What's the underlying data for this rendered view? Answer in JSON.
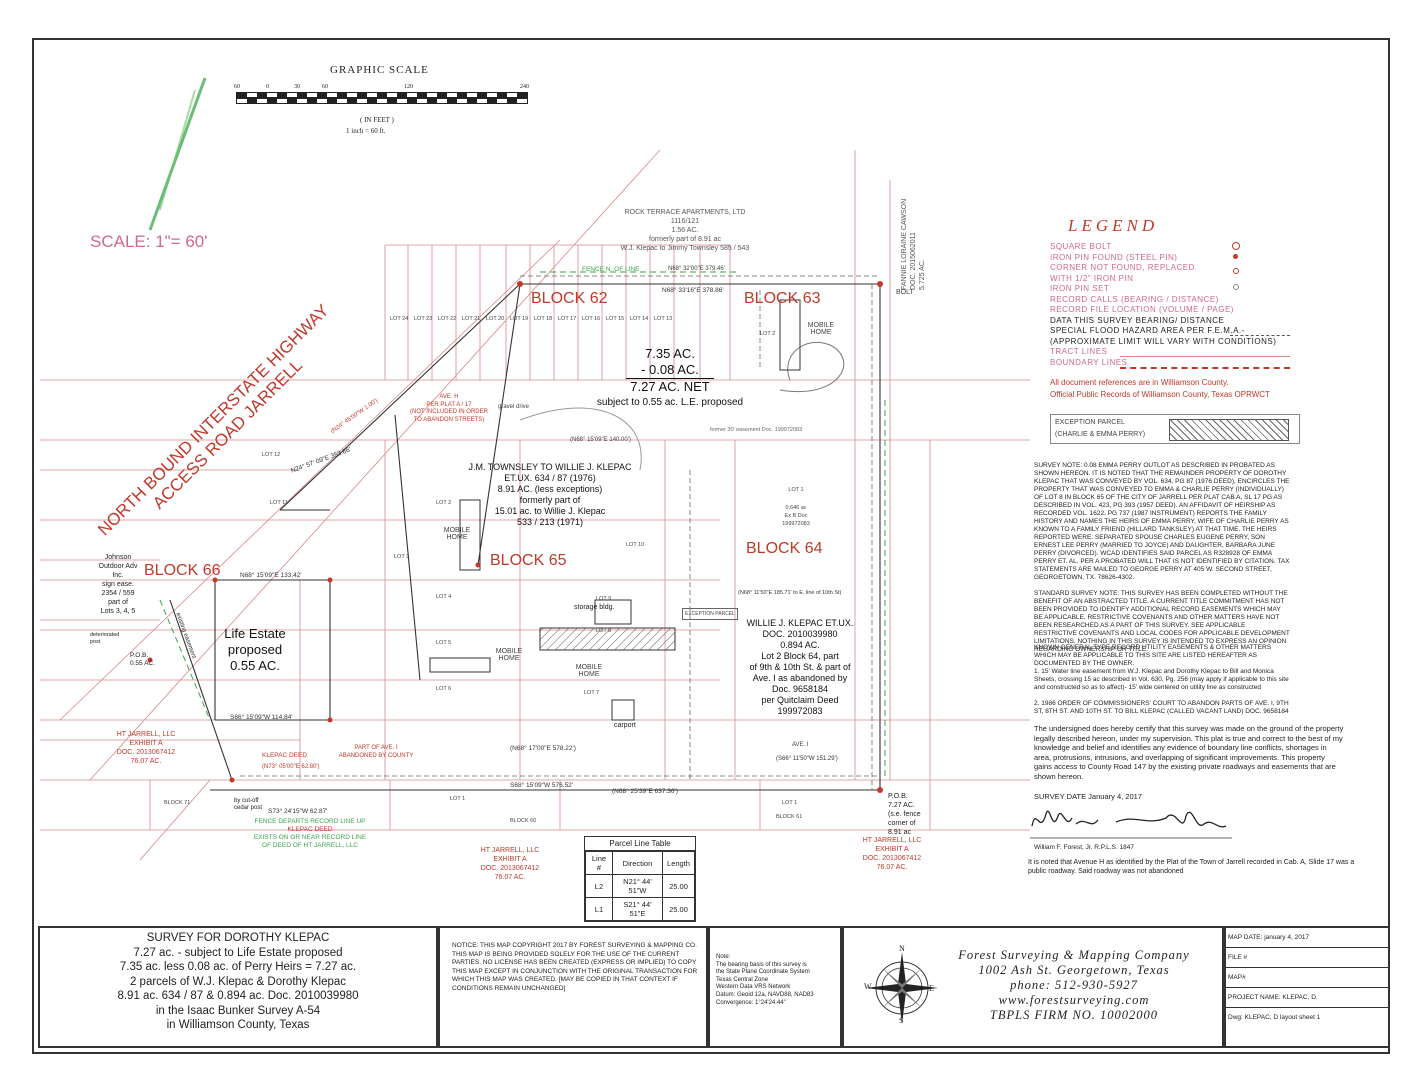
{
  "scale": {
    "title": "GRAPHIC SCALE",
    "ticks": [
      "60",
      "0",
      "30",
      "60",
      "120",
      "240"
    ],
    "unit": "( IN FEET )",
    "ratio": "1 inch = 60 ft.",
    "big_label": "SCALE: 1\"= 60'"
  },
  "map": {
    "highway": [
      "NORTH BOUND INTERSTATE HIGHWAY",
      "ACCESS ROAD JARRELL"
    ],
    "blocks": [
      "BLOCK 62",
      "BLOCK 63",
      "BLOCK 65",
      "BLOCK 64",
      "BLOCK 66"
    ],
    "block62_lots": [
      "LOT 24",
      "LOT 23",
      "LOT 22",
      "LOT 21",
      "LOT 20",
      "LOT 19",
      "LOT 18",
      "LOT 17",
      "LOT 16",
      "LOT 15",
      "LOT 14",
      "LOT 13"
    ],
    "rock_terrace": [
      "ROCK TERRACE APARTMENTS, LTD",
      "1116/121",
      "1.56 AC.",
      "formerly part of 8.91 ac",
      "W.J. Klepac to Jimmy Townsley 585 / 543"
    ],
    "fence_nline": "FENCE N. OF LINE",
    "bearing_top1": "N68° 32'00\"E 379.46'",
    "bearing_top2": "N68° 33'16\"E 378.86'",
    "acreage": [
      "7.35 AC.",
      "- 0.08 AC.",
      "7.27 AC. NET",
      "subject to 0.55 ac. L.E. proposed"
    ],
    "mobile_home": "MOBILE HOME",
    "lot2": "LOT 2",
    "bolt": "BOLT",
    "fannie": [
      "FANNIE LORAINE CAWSON",
      "DOC. 2015062011",
      "5.725 AC."
    ],
    "ave_h": [
      "AVE. H",
      "PER PLAT A / 17",
      "(NOT INCLUDED IN ORDER",
      "TO ABANDON STREETS)"
    ],
    "gravel_drive": "gravel drive",
    "bearing_mid": "(N68° 15'09\"E 140.00')",
    "easement_note": "former 30' easement Doc. 199972083",
    "lot12": "LOT 12",
    "townsley": [
      "J.M. TOWNSLEY TO WILLIE J. KLEPAC",
      "ET.UX. 634 / 87 (1976)",
      "8.91 AC. (less exceptions)",
      "formerly part of",
      "15.01 ac. to Willie J. Klepac",
      "533 / 213 (1971)"
    ],
    "lot1_b64": [
      "LOT 1",
      "0.646 ac",
      "Ex B Doc",
      "199972083"
    ],
    "bearing_n24": "N24° 57' 09\"E 353.86'",
    "bearing_n24b": "(N24° 45'00\"W 1.00')",
    "lots_b65": [
      "LOT 2",
      "LOT 3",
      "LOT 4",
      "LOT 5",
      "LOT 6",
      "LOT 7",
      "LOT 8",
      "LOT 9",
      "LOT 10",
      "LOT 11"
    ],
    "johnson": [
      "Johnson",
      "Outdoor Adv",
      "Inc.",
      "sign ease.",
      "2354 / 559",
      "part of",
      "Lots 3, 4, 5"
    ],
    "bearing_b66": "N68° 15'09\"E 133.42'",
    "storage_bldg": "storage bldg.",
    "exception_parcel": "EXCEPTION PARCEL",
    "klepac_block64": [
      "WILLIE J. KLEPAC ET.UX.",
      "DOC. 2010039980",
      "0.894 AC.",
      "Lot 2 Block 64, part",
      "of 9th & 10th St. & part of",
      "Ave. I as abandoned by",
      "Doc. 9658184",
      "per Quitclaim Deed",
      "199972083"
    ],
    "bearing_b64": "(N68° 11'50\"E 185.71' to E. line of 10th St)",
    "life_estate": [
      "Life Estate",
      "proposed",
      "0.55 AC."
    ],
    "existing_easement": "existing easement",
    "pob_left": [
      "P.O.B.",
      "0.55 AC."
    ],
    "deteriorated": "deteriorated post",
    "bearing_s66": "S66° 15'09\"W 114.84'",
    "ht_jarrell_left": [
      "HT JARRELL, LLC",
      "EXHIBIT A",
      "DOC. 2013067412",
      "76.07 AC."
    ],
    "ht_jarrell_mid": [
      "HT JARRELL, LLC",
      "EXHIBIT A",
      "DOC. 2013067412",
      "76.07 AC."
    ],
    "ht_jarrell_right": [
      "HT JARRELL, LLC",
      "EXHIBIT A",
      "DOC. 2013067412",
      "76.07 AC."
    ],
    "klepac_deed": "KLEPAC DEED",
    "part_ave_i": [
      "PART OF AVE. I",
      "ABANDONED BY COUNTY"
    ],
    "bearing_n68_578": "(N68° 17'00\"E 578.22')",
    "bearing_s68_576": "S68° 15'09\"W 576.52'",
    "bearing_n68_637": "(N68° 25'39\"E 637.36')",
    "bearing_s66_151": "(S66° 11'50\"W 151.29')",
    "ave_i": "AVE. I",
    "pob_right": [
      "P.O.B.",
      "7.27 AC.",
      "(s.e. fence",
      "corner of",
      "8.91 ac"
    ],
    "carport": "carport",
    "mobile_home2": "MOBILE HOME",
    "cedar_post": "by cut-off cedar post",
    "bearing_n73": "(N73° 05'00\"E 62.80')",
    "bearing_s73": "S73° 24'15\"W 62.87'",
    "fence_departs": [
      "FENCE DEPARTS RECORD LINE UP",
      "KLEPAC DEED",
      "EXISTS ON OR NEAR RECORD LINE",
      "OF DEED OF HT JARRELL, LLC"
    ],
    "lot1_bottom": "LOT 1",
    "block60": "BLOCK 60",
    "block61": "BLOCK 61",
    "block71": "BLOCK 71"
  },
  "parcel_table": {
    "title": "Parcel Line Table",
    "headers": [
      "Line #",
      "Direction",
      "Length"
    ],
    "rows": [
      [
        "L2",
        "N21° 44' 51\"W",
        "25.00"
      ],
      [
        "L1",
        "S21° 44' 51\"E",
        "25.00"
      ]
    ]
  },
  "legend": {
    "title": "LEGEND",
    "items": [
      "SQUARE BOLT",
      "IRON PIN FOUND (STEEL PIN)",
      "CORNER NOT FOUND, REPLACED",
      "WITH 1/2\" IRON PIN",
      "IRON PIN SET",
      "RECORD CALLS     (BEARING / DISTANCE)",
      "RECORD FILE LOCATION     (VOLUME / PAGE)",
      "DATA THIS SURVEY     BEARING/ DISTANCE",
      "SPECIAL FLOOD HAZARD AREA PER F.E.M.A.-",
      "(APPROXIMATE LIMIT WILL VARY WITH CONDITIONS)",
      "TRACT LINES",
      "BOUNDARY LINES"
    ],
    "red1": "All document references are in Williamson County.",
    "red2": "Official Public Records of Williamson County, Texas  OPRWCT",
    "exception_title": "EXCEPTION PARCEL",
    "exception_sub": "(CHARLIE & EMMA PERRY)"
  },
  "notes": {
    "survey_note": "SURVEY NOTE: 0.08 EMMA PERRY OUTLOT AS DESCRIBED IN PROBATED AS SHOWN HEREON. IT IS NOTED THAT THE REMAINDER PROPERTY OF DOROTHY KLEPAC THAT WAS CONVEYED BY VOL. 634, PG 87 (1976 DEED), ENCIRCLES THE PROPERTY THAT WAS CONVEYED TO EMMA & CHARLIE PERRY (INDIVIDUALLY) OF LOT 8 IN BLOCK 65 OF THE CITY OF JARRELL PER PLAT CAB A, SL 17 PG AS DESCRIBED IN VOL. 423, PG 393 (1957 DEED). AN AFFIDAVIT OF HEIRSHIP AS RECORDED VOL. 1622, PG 737 (1987 INSTRUMENT) REPORTS THE FAMILY HISTORY AND NAMES THE HEIRS OF EMMA PERRY, WIFE OF CHARLIE PERRY AS KNOWN TO A FAMILY FRIEND (HILLARD TANKSLEY) AT THAT TIME. THE HEIRS REPORTED WERE: SEPARATED SPOUSE CHARLES EUGENE PERRY, SON ERNEST LEE PERRY (MARRIED TO JOYCE) AND DAUGHTER, BARBARA JUNE PERRY (DIVORCED). WCAD IDENTIFIES SAID PARCEL AS R328928 OF EMMA PERRY ET. AL. PER A PROBATED WILL THAT IS NOT IDENTIFIED BY CITATION. TAX STATEMENTS ARE MAILED TO GEORGE PERRY AT 405 W. SECOND STREET, GEORGETOWN, TX. 78626-4302.",
    "standard_note": "STANDARD SURVEY NOTE: THIS SURVEY HAS BEEN COMPLETED WITHOUT THE BENEFIT OF AN ABSTRACTED TITLE. A CURRENT TITLE COMMITMENT HAS NOT BEEN PROVIDED TO IDENTIFY ADDITIONAL RECORD EASEMENTS WHICH MAY BE APPLICABLE. RESTRICTIVE COVENANTS AND OTHER MATTERS HAVE NOT BEEN RESEARCHED AS A PART OF THIS SURVEY. SEE APPLICABLE RESTRICTIVE COVENANTS AND LOCAL CODES FOR APPLICABLE DEVELOPMENT LIMITATIONS. NOTHING IN THIS SURVEY IS INTENDED TO EXPRESS AN OPINION REGARDING OWNERSHIP OR TITLE.",
    "known_general": "KNOWN GENERAL TYPE RECORD UTILITY EASEMENTS & OTHER MATTERS WHICH MAY BE APPLICABLE TO THIS SITE ARE LISTED HEREAFTER AS DOCUMENTED BY THE OWNER.",
    "note1": "1. 15' Water line easement from W.J. Klepac and Dorothy Klepac to Bill and Monica Sheets, crossing 15 ac described in Vol. 630, Pg. 256 (may apply if applicable to this site and constructed so as to affect)- 15' wide centered on utility line as constructed",
    "note2": "2. 1986 ORDER OF COMMISSIONERS' COURT TO ABANDON PARTS OF AVE. I, 9TH ST, 8TH ST. AND 10TH ST. TO BILL KLEPAC (CALLED VACANT LAND) DOC. 9658184",
    "certify": "The undersigned does hereby certify that this survey was made on the ground of the property legally described hereon, under my supervision. This plat is true and correct to the best of my knowledge and belief and identifies any evidence of boundary line conflicts, shortages in area, protrusions, intrusions, and overlapping of significant improvements. This property  gains access to County Road 147 by the existing private roadways  and easements that are shown hereon.",
    "survey_date": "SURVEY DATE January 4, 2017",
    "surveyor": "William F. Forest, Jr. R.P.L.S. 1847",
    "avenue_note": "It is noted that Avenue H as identified by the Plat of the Town of Jarrell recorded in Cab. A, Slide 17 was a public roadway.  Said roadway was not abandoned"
  },
  "title_block": {
    "survey_lines": [
      "SURVEY FOR DOROTHY KLEPAC",
      "7.27 ac. - subject to Life Estate proposed",
      "7.35 ac. less 0.08 ac. of Perry Heirs = 7.27 ac.",
      "2 parcels of W.J. Klepac & Dorothy Klepac",
      "8.91 ac. 634 / 87 & 0.894 ac. Doc. 2010039980",
      "in the Isaac Bunker Survey A-54",
      "in Williamson County, Texas"
    ],
    "notice": "NOTICE: THIS MAP COPYRIGHT 2017 BY FOREST SURVEYING & MAPPING CO. THIS MAP IS BEING PROVIDED SOLELY FOR THE USE OF THE CURRENT PARTIES. NO LICENSE HAS BEEN CREATED (EXPRESS OR IMPLIED) TO COPY THIS MAP EXCEPT IN CONJUNCTION WITH THE ORIGINAL TRANSACTION FOR WHICH THIS MAP WAS CREATED. [MAY BE COPIED IN THAT CONTEXT IF CONDITIONS REMAIN UNCHANGED]",
    "basis": [
      "Note:",
      "The bearing basis of this survey is",
      "the State Plane Coordinate System",
      "Texas Central Zone",
      "Western Data VRS Network",
      "Datum: Geoid 12a, NAVD88, NAD83",
      "Convergence:   1°24'24.44\""
    ],
    "company": [
      "Forest Surveying & Mapping Company",
      "1002 Ash St. Georgetown, Texas",
      "phone:  512-930-5927",
      "www.forestsurveying.com",
      "TBPLS FIRM NO. 10002000"
    ],
    "compass": [
      "N",
      "E",
      "S",
      "W"
    ],
    "info": [
      "MAP DATE: january 4, 2017",
      "FILE #",
      "MAP#",
      "PROJECT NAME: KLEPAC, D.",
      "Dwg: KLEPAC, D   layout sheet 1"
    ]
  },
  "colors": {
    "red": "#c0392b",
    "pink": "#d06a8a",
    "green": "#3aa64a",
    "line": "#555555"
  }
}
